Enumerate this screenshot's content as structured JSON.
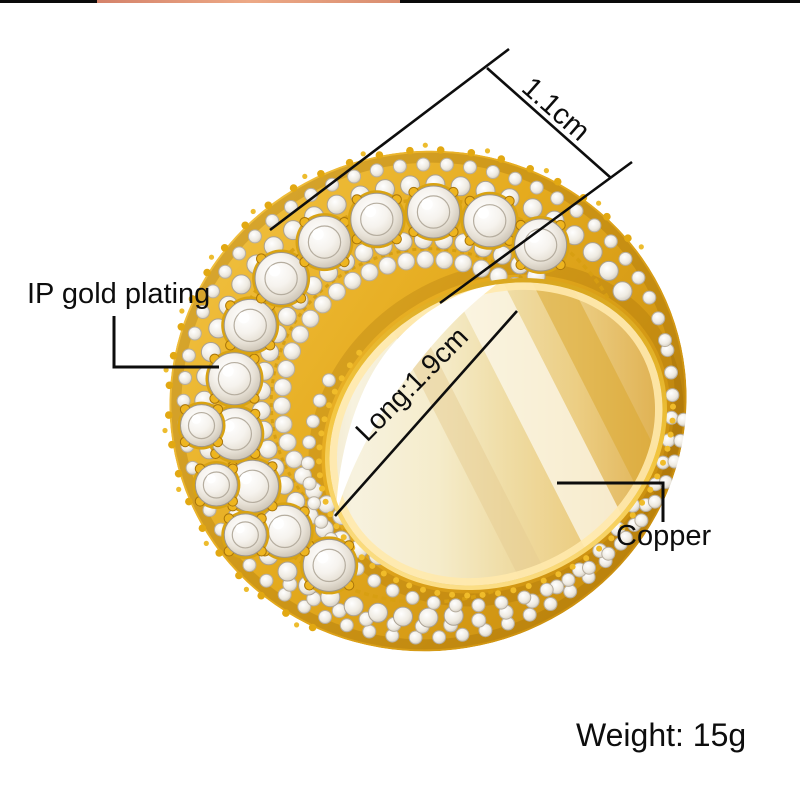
{
  "meta": {
    "type": "e-commerce product photo",
    "subject": "iced-out gold pave eternity ring, tilted three-quarter view on white background"
  },
  "top_strip": {
    "left_color": "#0a0a0a",
    "middle_color": "#dd8f72",
    "right_color": "#0a0a0a"
  },
  "annotations": {
    "band_width_label": "1.1cm",
    "plating_label": "IP gold plating",
    "inner_length_label": "Long:1.9cm",
    "base_metal_label": "Copper",
    "weight_label": "Weight: 15g"
  },
  "colors": {
    "gold": "#e7b02a",
    "gold_deep": "#c2850a",
    "gold_pale_interior": "#f5ecca",
    "stone_white": "#f3f0ea",
    "annotation_ink": "#0d0d0d",
    "background": "#ffffff"
  }
}
